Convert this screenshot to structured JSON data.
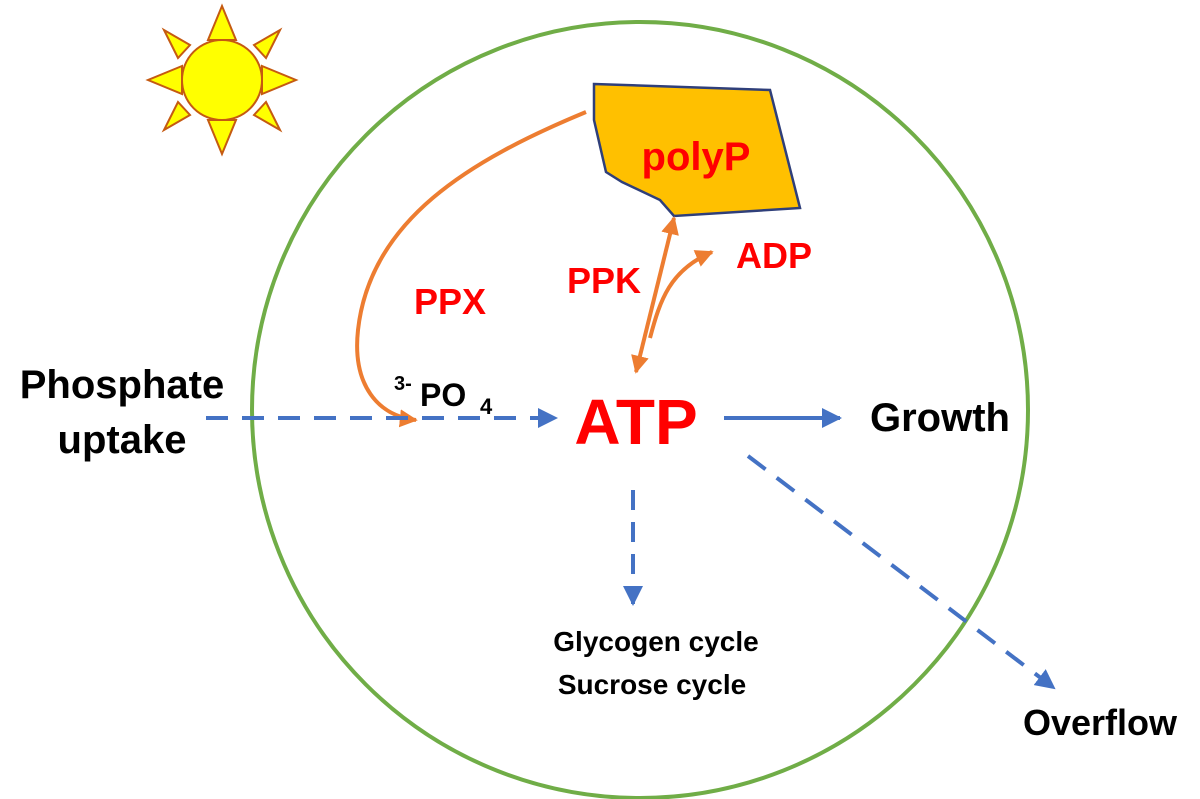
{
  "nodes": {
    "polyp": "polyP",
    "ppx": "PPX",
    "ppk": "PPK",
    "adp": "ADP",
    "atp": "ATP",
    "phosphate_superscript": "3-",
    "phosphate_main": "PO",
    "phosphate_subscript": "4",
    "growth": "Growth",
    "phosphate_uptake_line1": "Phosphate",
    "phosphate_uptake_line2": "uptake",
    "glycogen_cycle": "Glycogen cycle",
    "sucrose_cycle": "Sucrose cycle",
    "overflow": "Overflow"
  },
  "colors": {
    "cell_outline": "#70ad47",
    "sun_fill": "#ffff00",
    "sun_stroke": "#c55a11",
    "polyp_fill": "#ffc000",
    "polyp_stroke": "#2f3f7a",
    "enzyme_arrow": "#ed7d31",
    "flow_arrow": "#4472c4",
    "accent_text": "#ff0000",
    "text": "#000000"
  },
  "icons": {
    "sun": "sun-icon"
  }
}
